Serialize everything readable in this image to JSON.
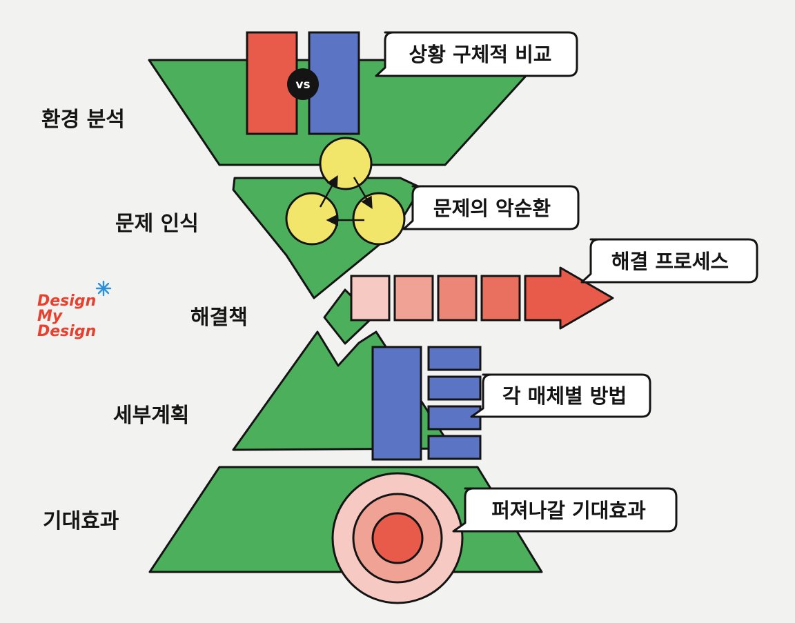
{
  "stages": [
    {
      "label": "환경 분석"
    },
    {
      "label": "문제 인식"
    },
    {
      "label": "해결책"
    },
    {
      "label": "세부계획"
    },
    {
      "label": "기대효과"
    }
  ],
  "callouts": {
    "compare": "상황 구체적 비교",
    "cycle": "문제의 악순환",
    "process": "해결 프로세스",
    "media": "각 매체별 방법",
    "effect": "퍼져나갈 기대효과"
  },
  "vs_badge": "vs",
  "logo": {
    "line1": "Design",
    "line2": "My",
    "line3": "Design",
    "color": "#e8402e",
    "star_color": "#2a8fd8"
  },
  "colors": {
    "green": "#4caf5c",
    "red": "#e85a4a",
    "blue": "#5b74c4",
    "yellow": "#f2e66a",
    "outline": "#141414"
  }
}
